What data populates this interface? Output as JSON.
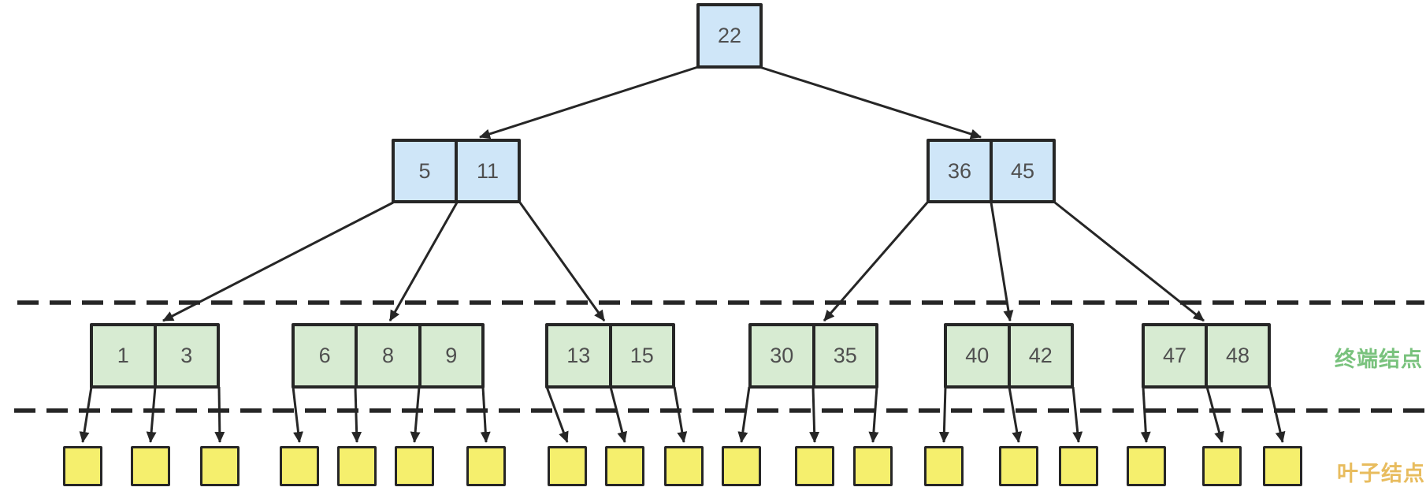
{
  "diagram": {
    "type": "b-tree",
    "root": {
      "keys": [
        "22"
      ]
    },
    "internal": [
      {
        "keys": [
          "5",
          "11"
        ]
      },
      {
        "keys": [
          "36",
          "45"
        ]
      }
    ],
    "terminal": [
      {
        "keys": [
          "1",
          "3"
        ]
      },
      {
        "keys": [
          "6",
          "8",
          "9"
        ]
      },
      {
        "keys": [
          "13",
          "15"
        ]
      },
      {
        "keys": [
          "30",
          "35"
        ]
      },
      {
        "keys": [
          "40",
          "42"
        ]
      },
      {
        "keys": [
          "47",
          "48"
        ]
      }
    ],
    "leaves": {
      "count": 19
    },
    "labels": {
      "terminal_nodes": "终端结点",
      "leaf_nodes": "叶子结点"
    },
    "colors": {
      "background": "#ffffff",
      "internal_fill": "#cfe6f8",
      "terminal_fill": "#d7ebd2",
      "leaf_fill": "#f5ef6d",
      "border_color": "#262626",
      "key_color": "#4f4f4f",
      "terminal_label": "#79c27d",
      "leaf_label": "#e8bc5e"
    }
  }
}
